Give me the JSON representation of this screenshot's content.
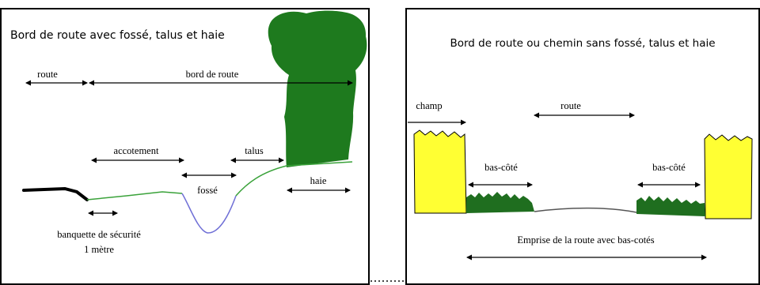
{
  "left_panel": {
    "title": "Bord de route avec fossé, talus et haie",
    "labels": {
      "route": "route",
      "bord_de_route": "bord de route",
      "accotement": "accotement",
      "talus": "talus",
      "fosse": "fossé",
      "haie": "haie",
      "banquette_line1": "banquette de sécurité",
      "banquette_line2": "1 mètre"
    }
  },
  "right_panel": {
    "title": "Bord de route ou chemin sans fossé, talus et haie",
    "labels": {
      "champ": "champ",
      "route": "route",
      "bas_cote_left": "bas-côté",
      "bas_cote_right": "bas-côté",
      "emprise": "Emprise de la route avec bas-cotés"
    }
  },
  "colors": {
    "hedge_green": "#1e7a1e",
    "grass_green": "#1f6e1f",
    "roadside_line_green": "#3aa23a",
    "ditch_blue": "#6f6fd6",
    "field_yellow": "#ffff33",
    "road_black": "#000000"
  }
}
